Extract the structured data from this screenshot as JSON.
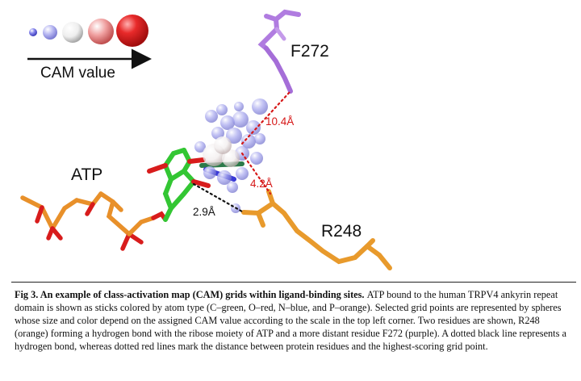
{
  "figure": {
    "scale": {
      "label": "CAM value",
      "sphere_colors": [
        "#4a4ad8",
        "#9a9ae8",
        "#f4f4f4",
        "#f0a0a0",
        "#e02020"
      ]
    },
    "molecules": {
      "ligand": "ATP",
      "residue_orange": "R248",
      "residue_purple": "F272"
    },
    "distances": {
      "hbond": "2.9Å",
      "red_near": "4.2Å",
      "red_far": "10.4Å"
    },
    "colors": {
      "carbon": "#33c633",
      "oxygen": "#d81c1c",
      "nitrogen": "#3a3ad6",
      "phosphorus": "#e8902a",
      "residue_orange": "#e89a2c",
      "residue_purple": "#b07ce0",
      "distance_red": "#d61818",
      "hbond_black": "#111111"
    }
  },
  "caption": {
    "lead": "Fig 3. An example of class-activation map (CAM) grids within ligand-binding sites.",
    "body": "ATP bound to the human TRPV4 ankyrin repeat domain is shown as sticks colored by atom type (C–green, O–red, N–blue, and P–orange). Selected grid points are represented by spheres whose size and color depend on the assigned CAM value according to the scale in the top left corner. Two residues are shown, R248 (orange) forming a hydrogen bond with the ribose moiety of ATP and a more distant residue F272 (purple). A dotted black line represents a hydrogen bond, whereas dotted red lines mark the distance between protein residues and the highest-scoring grid point."
  }
}
